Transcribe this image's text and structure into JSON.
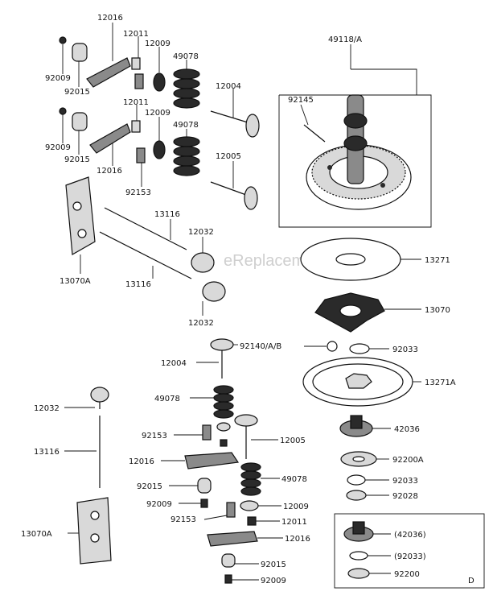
{
  "watermark": "eReplacementParts.com",
  "labels": {
    "p12016_a": "12016",
    "p12011_a": "12011",
    "p12009_a": "12009",
    "p49078_a": "49078",
    "p92009_a": "92009",
    "p92015_a": "92015",
    "p12011_b": "12011",
    "p12009_b": "12009",
    "p49078_b": "49078",
    "p92009_b": "92009",
    "p92015_b": "92015",
    "p12016_b": "12016",
    "p92153_a": "92153",
    "p12004_a": "12004",
    "p12005_a": "12005",
    "p13116_a": "13116",
    "p12032_a": "12032",
    "p13070A_a": "13070A",
    "p13116_b": "13116",
    "p12032_b": "12032",
    "p49118A": "49118/A",
    "p92145": "92145",
    "p13271": "13271",
    "p13070": "13070",
    "p92140AB": "92140/A/B",
    "p92033_a": "92033",
    "p12004_b": "12004",
    "p13271A": "13271A",
    "p49078_c": "49078",
    "p42036": "42036",
    "p12032_c": "12032",
    "p92153_b": "92153",
    "p12005_b": "12005",
    "p13116_c": "13116",
    "p12016_c": "12016",
    "p92200A": "92200A",
    "p92033_b": "92033",
    "p49078_d": "49078",
    "p92015_c": "92015",
    "p92028": "92028",
    "p92009_c": "92009",
    "p12009_c": "12009",
    "p13070A_b": "13070A",
    "p92153_c": "92153",
    "p12011_c": "12011",
    "p12016_d": "12016",
    "p42036_opt": "(42036)",
    "p92033_opt": "(92033)",
    "p92015_d": "92015",
    "p92200": "92200",
    "p92009_d": "92009",
    "box_d": "D"
  }
}
